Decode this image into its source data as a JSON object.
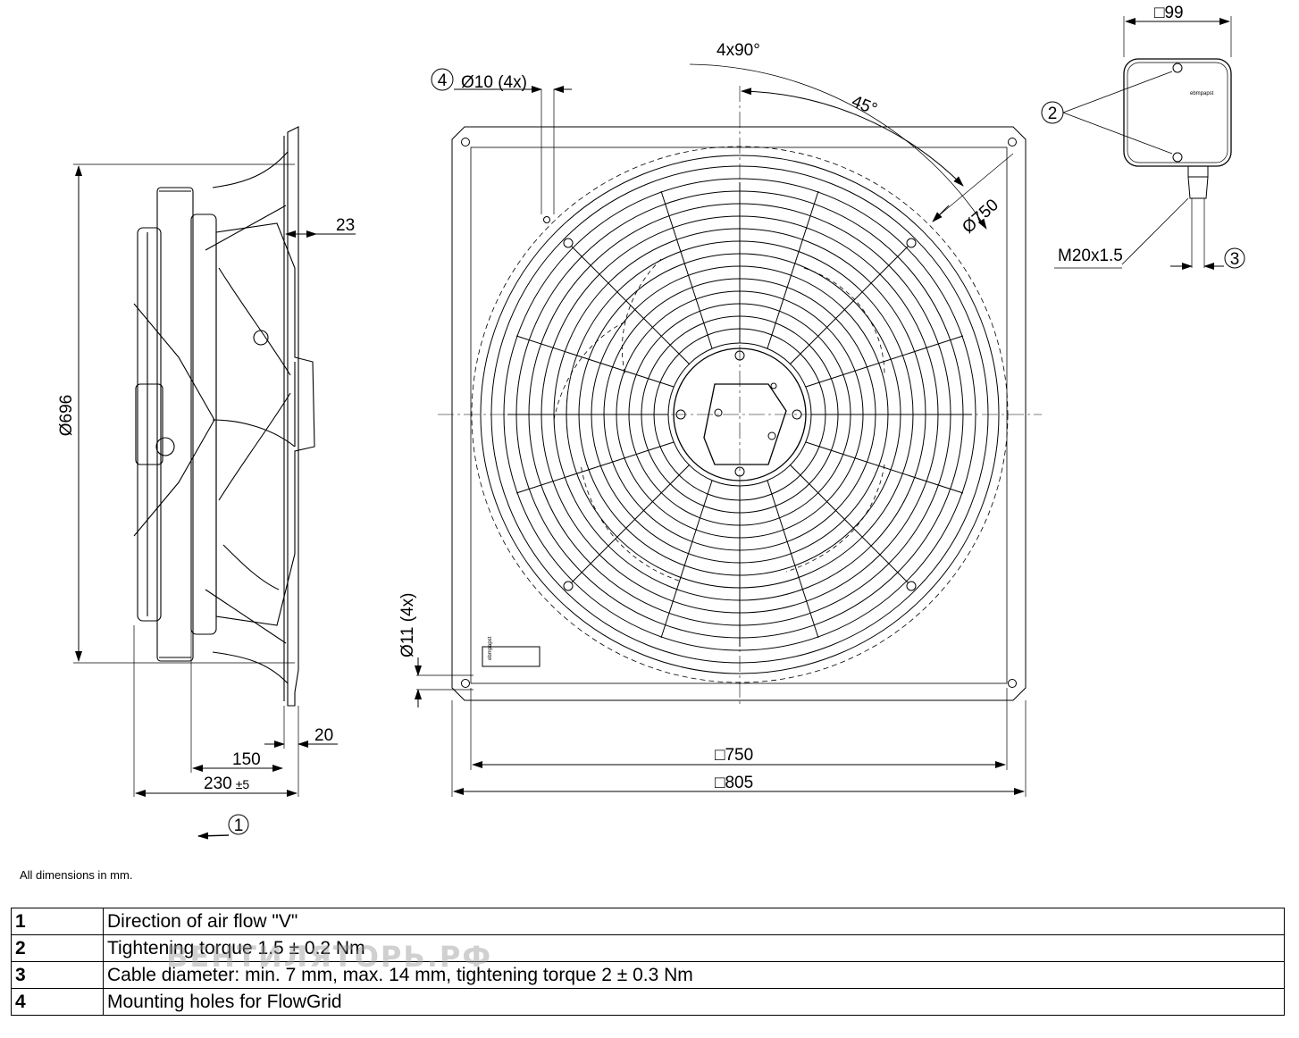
{
  "dimensions": {
    "fan_diameter": "Ø696",
    "offset_23": "23",
    "offset_20": "20",
    "depth_150": "150",
    "depth_230": "230",
    "depth_230_tol": "±5",
    "angle_4x90": "4x90°",
    "angle_45": "45°",
    "hole_10": "Ø10 (4x)",
    "hole_11": "Ø11 (4x)",
    "circle_750": "Ø750",
    "square_750": "□750",
    "square_805": "□805",
    "box_99": "□99",
    "cable_thread": "M20x1.5"
  },
  "callouts": {
    "c1": "1",
    "c2": "2",
    "c3": "3",
    "c4": "4"
  },
  "labels": {
    "brand_box": "ebmpapst",
    "brand_plate": "ebmpapst"
  },
  "note": "All dimensions in mm.",
  "legend": [
    {
      "num": "1",
      "text": "Direction of air flow \"V\""
    },
    {
      "num": "2",
      "text": "Tightening torque 1.5 ± 0.2 Nm"
    },
    {
      "num": "3",
      "text": "Cable diameter: min. 7 mm, max. 14 mm, tightening torque 2 ± 0.3 Nm"
    },
    {
      "num": "4",
      "text": "Mounting holes for FlowGrid"
    }
  ],
  "watermark": "ВЕНТИЛЯТОРЬ.РФ"
}
